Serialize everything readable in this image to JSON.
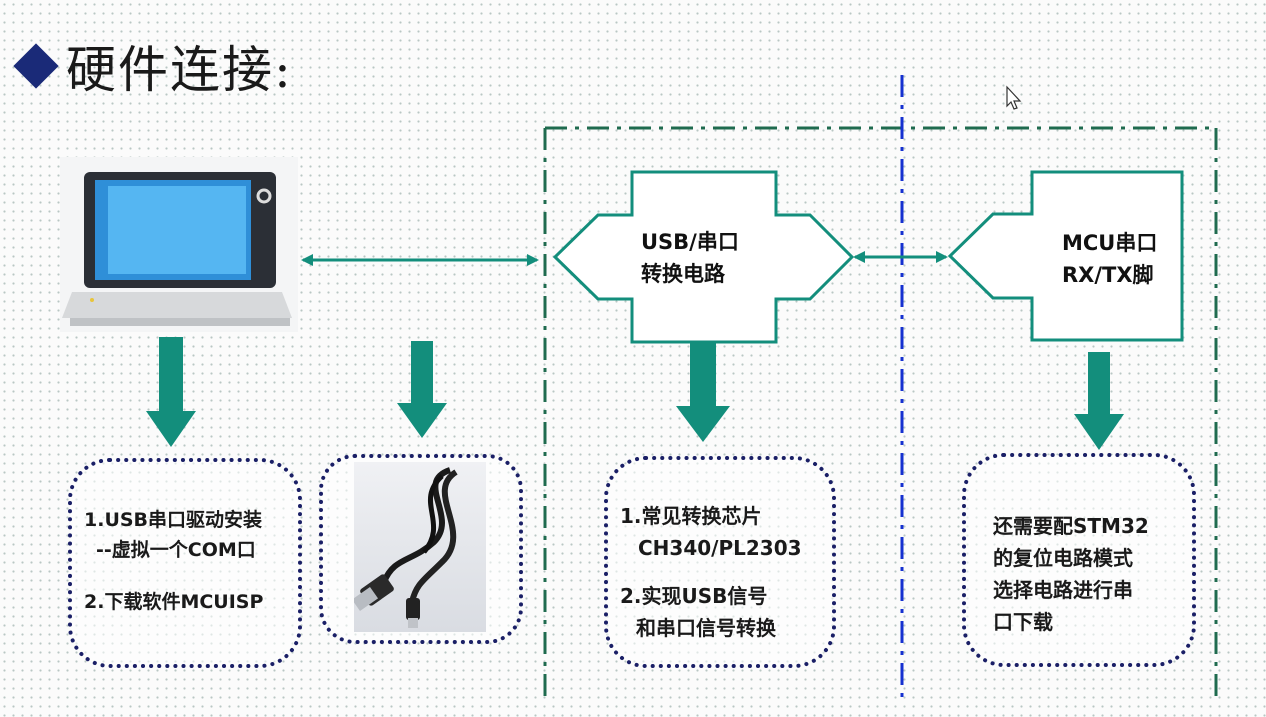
{
  "title": {
    "text": "硬件连接:"
  },
  "colors": {
    "teal": "#138e7c",
    "navy": "#1a1f66",
    "blue_dashdot": "#1530d0",
    "dark_green_dashdot": "#1f6b4f",
    "box_border": "#138e7c"
  },
  "converter_box": {
    "line1": "USB/串口",
    "line2": "转换电路"
  },
  "mcu_box": {
    "line1": "MCU串口",
    "line2": "RX/TX脚"
  },
  "notes": {
    "driver": {
      "line1": "1.USB串口驱动安装",
      "line2": "--虚拟一个COM口",
      "line3": "2.下载软件MCUISP"
    },
    "chip": {
      "line1": "1.常见转换芯片",
      "line2": "CH340/PL2303",
      "line3": "2.实现USB信号",
      "line4": "和串口信号转换"
    },
    "reset": {
      "line1": "还需要配STM32",
      "line2": "的复位电路模式",
      "line3": "选择电路进行串",
      "line4": "口下载"
    }
  },
  "icons": {
    "laptop": "laptop-icon",
    "usb_cable": "usb-cable-photo",
    "cursor": "mouse-cursor-icon"
  }
}
